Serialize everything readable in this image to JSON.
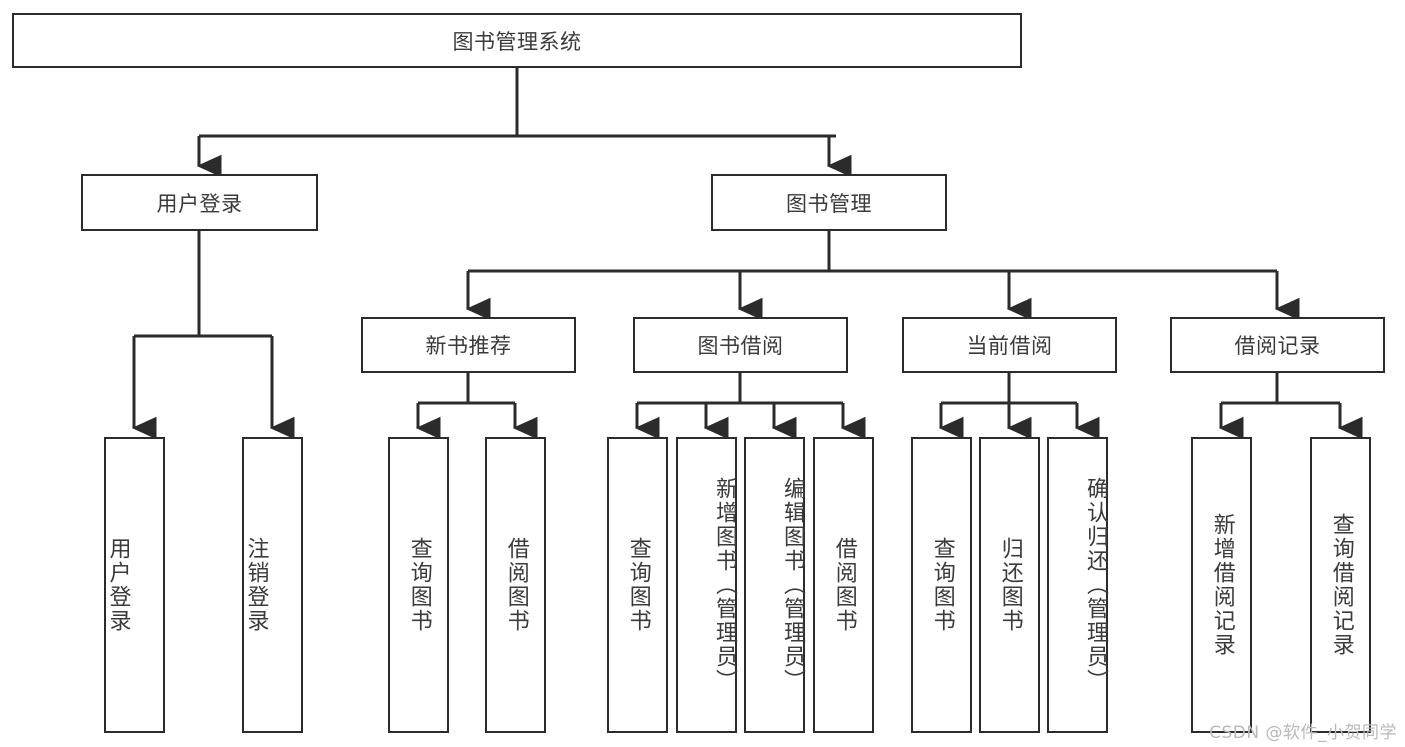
{
  "diagram": {
    "title": "图书管理系统",
    "type": "tree-hierarchy",
    "watermark": "CSDN @软件_小贺同学",
    "colors": {
      "box_border": "#2b2b2b",
      "box_fill": "#ffffff",
      "text": "#3a3a3a",
      "connector": "#2b2b2b",
      "watermark": "#b9b9b9",
      "background": "#ffffff"
    },
    "root": {
      "label": "图书管理系统"
    },
    "level2": [
      {
        "label": "用户登录"
      },
      {
        "label": "图书管理"
      }
    ],
    "level3": [
      {
        "label": "新书推荐"
      },
      {
        "label": "图书借阅"
      },
      {
        "label": "当前借阅"
      },
      {
        "label": "借阅记录"
      }
    ],
    "leaves": {
      "user_login": [
        {
          "label": "用户登录"
        },
        {
          "label": "注销登录"
        }
      ],
      "new_book_recommend": [
        {
          "label": "查询图书"
        },
        {
          "label": "借阅图书"
        }
      ],
      "book_borrow": [
        {
          "label": "查询图书"
        },
        {
          "label": "新增图书（管理员）"
        },
        {
          "label": "编辑图书（管理员）"
        },
        {
          "label": "借阅图书"
        }
      ],
      "current_borrow": [
        {
          "label": "查询图书"
        },
        {
          "label": "归还图书"
        },
        {
          "label": "确认归还（管理员）"
        }
      ],
      "borrow_record": [
        {
          "label": "新增借阅记录"
        },
        {
          "label": "查询借阅记录"
        }
      ]
    }
  }
}
